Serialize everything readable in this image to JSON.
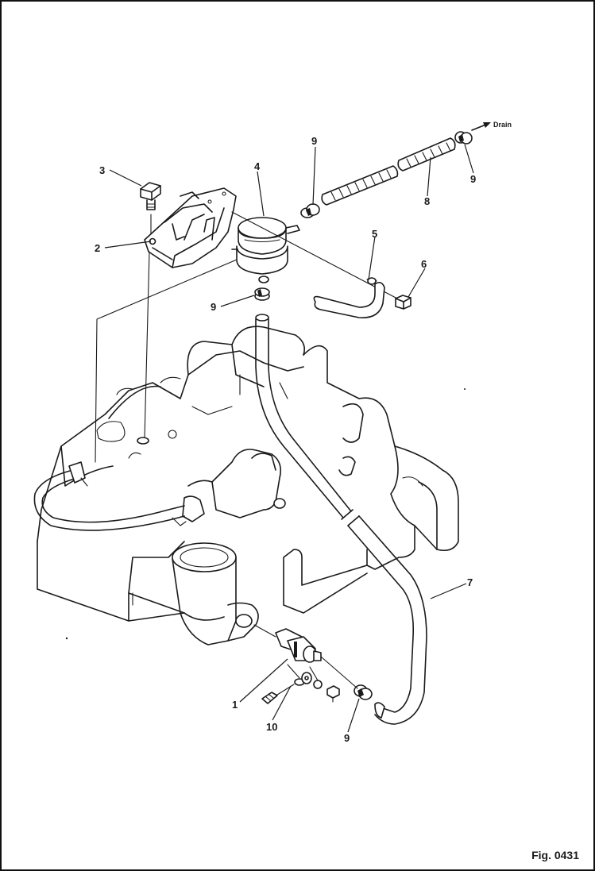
{
  "figure": {
    "label": "Fig. 0431"
  },
  "drain_label": "Drain",
  "callouts": [
    {
      "id": "c1",
      "text": "1"
    },
    {
      "id": "c2",
      "text": "2"
    },
    {
      "id": "c3",
      "text": "3"
    },
    {
      "id": "c4",
      "text": "4"
    },
    {
      "id": "c5",
      "text": "5"
    },
    {
      "id": "c6",
      "text": "6"
    },
    {
      "id": "c7",
      "text": "7"
    },
    {
      "id": "c8",
      "text": "8"
    },
    {
      "id": "c9a",
      "text": "9"
    },
    {
      "id": "c9b",
      "text": "9"
    },
    {
      "id": "c9c",
      "text": "9"
    },
    {
      "id": "c9d",
      "text": "9"
    },
    {
      "id": "c10",
      "text": "10"
    }
  ]
}
